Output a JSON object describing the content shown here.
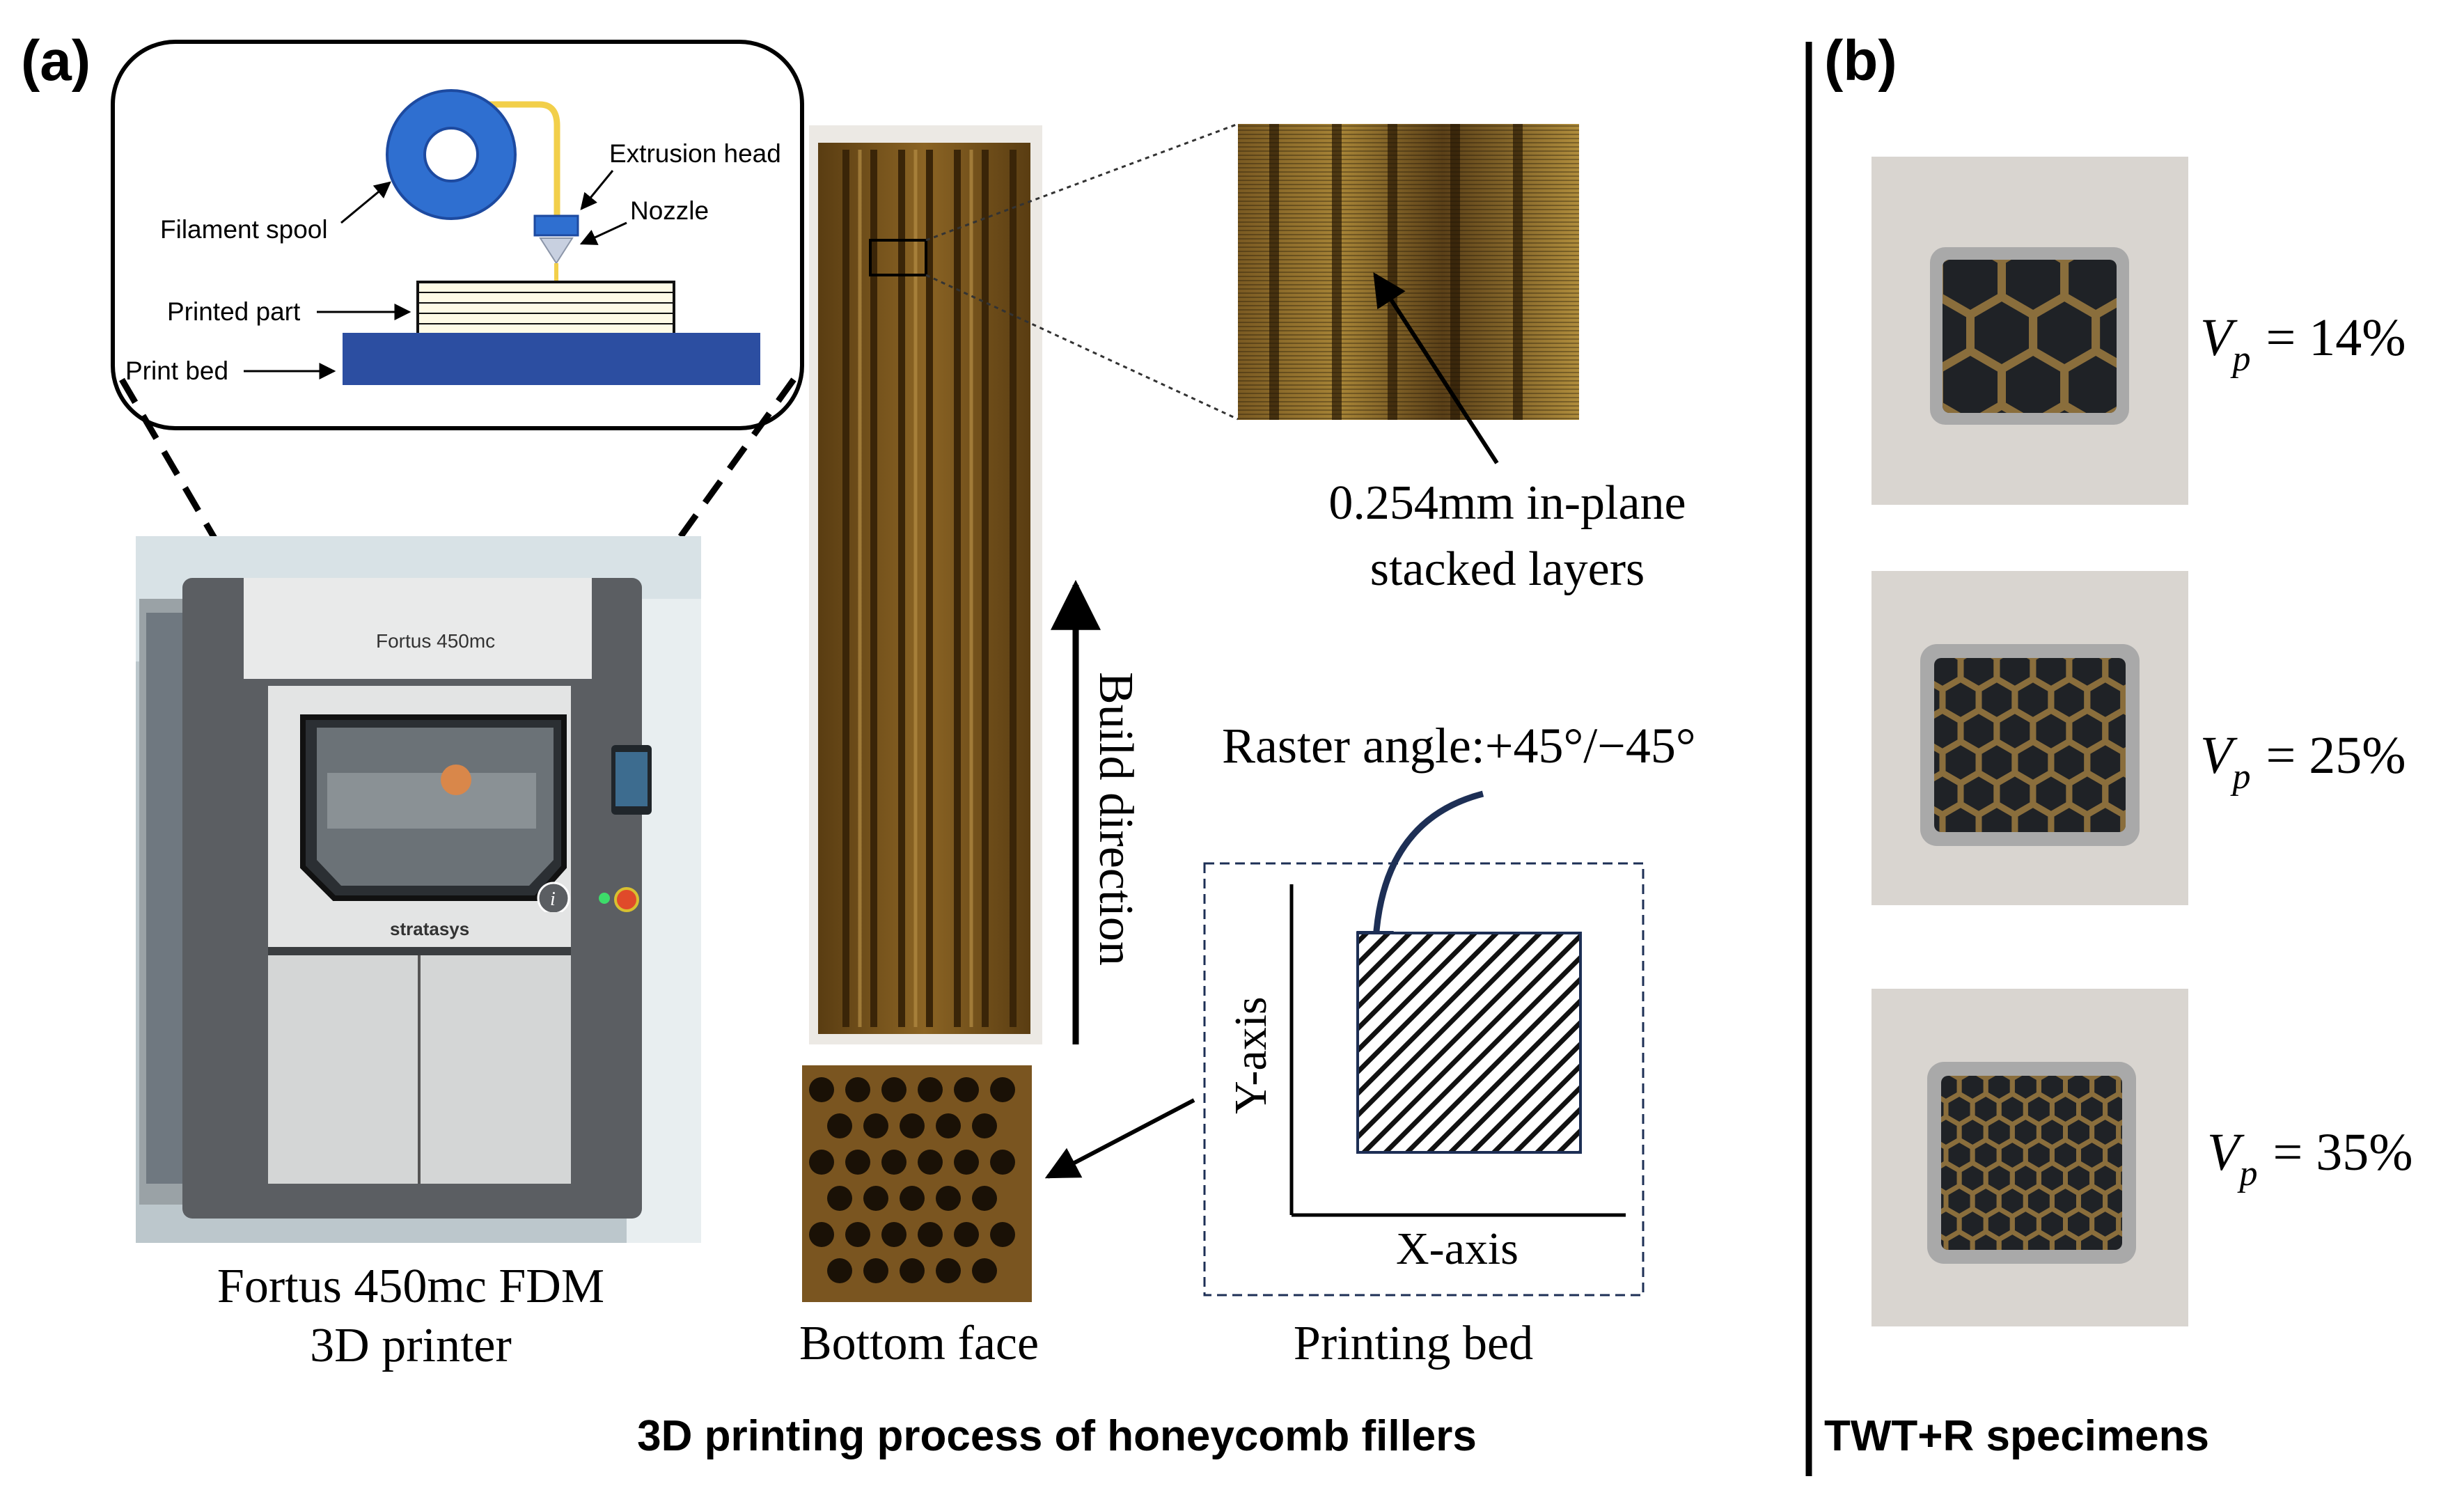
{
  "panel_a": {
    "label": "(a)",
    "schematic": {
      "extrusion_head": "Extrusion head",
      "nozzle": "Nozzle",
      "filament_spool": "Filament spool",
      "printed_part": "Printed part",
      "print_bed": "Print bed"
    },
    "printer_photo": {
      "brand_model": "Fortus 450mc",
      "maker": "stratasys",
      "caption_line1": "Fortus 450mc FDM",
      "caption_line2": "3D printer"
    },
    "build_direction": "Build direction",
    "zoom_caption_line1": "0.254mm in-plane",
    "zoom_caption_line2": "stacked layers",
    "raster_angle": "Raster angle:+45°/−45°",
    "y_axis": "Y-axis",
    "x_axis": "X-axis",
    "bottom_face": "Bottom face",
    "printing_bed": "Printing bed",
    "footer": "3D printing process of honeycomb fillers"
  },
  "panel_b": {
    "label": "(b)",
    "specimens": [
      {
        "symbol": "V",
        "subscript": "p",
        "value": "= 14%"
      },
      {
        "symbol": "V",
        "subscript": "p",
        "value": "= 25%"
      },
      {
        "symbol": "V",
        "subscript": "p",
        "value": "= 35%"
      }
    ],
    "footer": "TWT+R specimens"
  },
  "colors": {
    "spool_blue": "#2f6fd0",
    "bed_blue": "#2c4ea1",
    "filament_yellow": "#f2cf4a",
    "amber_print": "#6b4a18",
    "dark_navy": "#1d2f55"
  }
}
